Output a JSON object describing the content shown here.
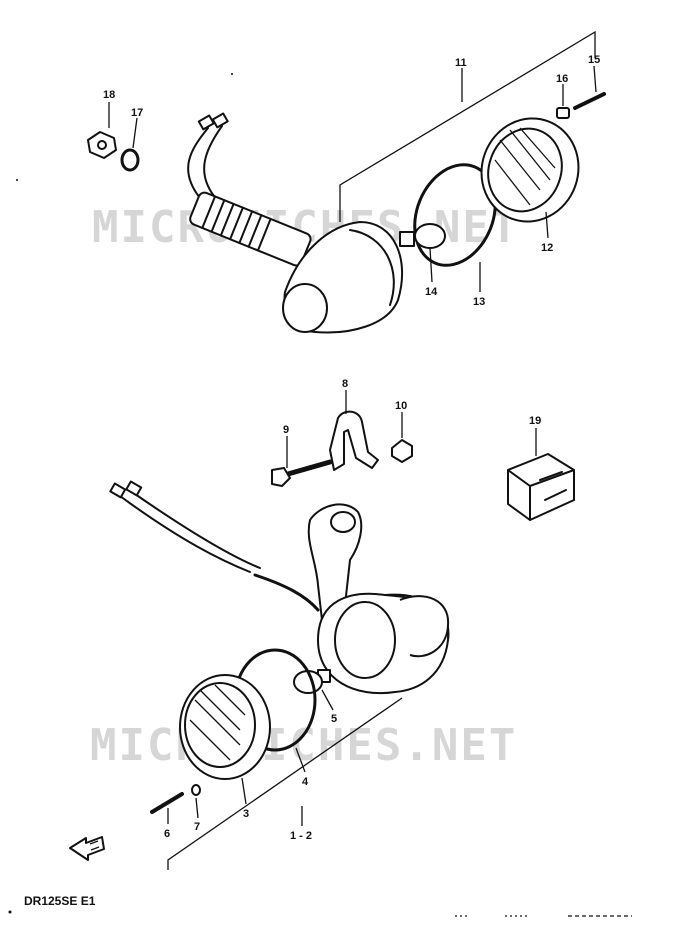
{
  "watermark": "MICROFICHES.NET",
  "model_code": "DR125SE  E1",
  "colors": {
    "ink": "#111111",
    "watermark": "#d6d6d6",
    "background": "#ffffff"
  },
  "callouts": [
    {
      "id": "18",
      "label": "18"
    },
    {
      "id": "17",
      "label": "17"
    },
    {
      "id": "11",
      "label": "11"
    },
    {
      "id": "16",
      "label": "16"
    },
    {
      "id": "15",
      "label": "15"
    },
    {
      "id": "14",
      "label": "14"
    },
    {
      "id": "13",
      "label": "13"
    },
    {
      "id": "12",
      "label": "12"
    },
    {
      "id": "8",
      "label": "8"
    },
    {
      "id": "9",
      "label": "9"
    },
    {
      "id": "10",
      "label": "10"
    },
    {
      "id": "19",
      "label": "19"
    },
    {
      "id": "5",
      "label": "5"
    },
    {
      "id": "4",
      "label": "4"
    },
    {
      "id": "3",
      "label": "3"
    },
    {
      "id": "6",
      "label": "6"
    },
    {
      "id": "7",
      "label": "7"
    },
    {
      "id": "1-2",
      "label": "1 - 2"
    }
  ],
  "icons": {
    "front_direction": "arrow-left-icon"
  }
}
